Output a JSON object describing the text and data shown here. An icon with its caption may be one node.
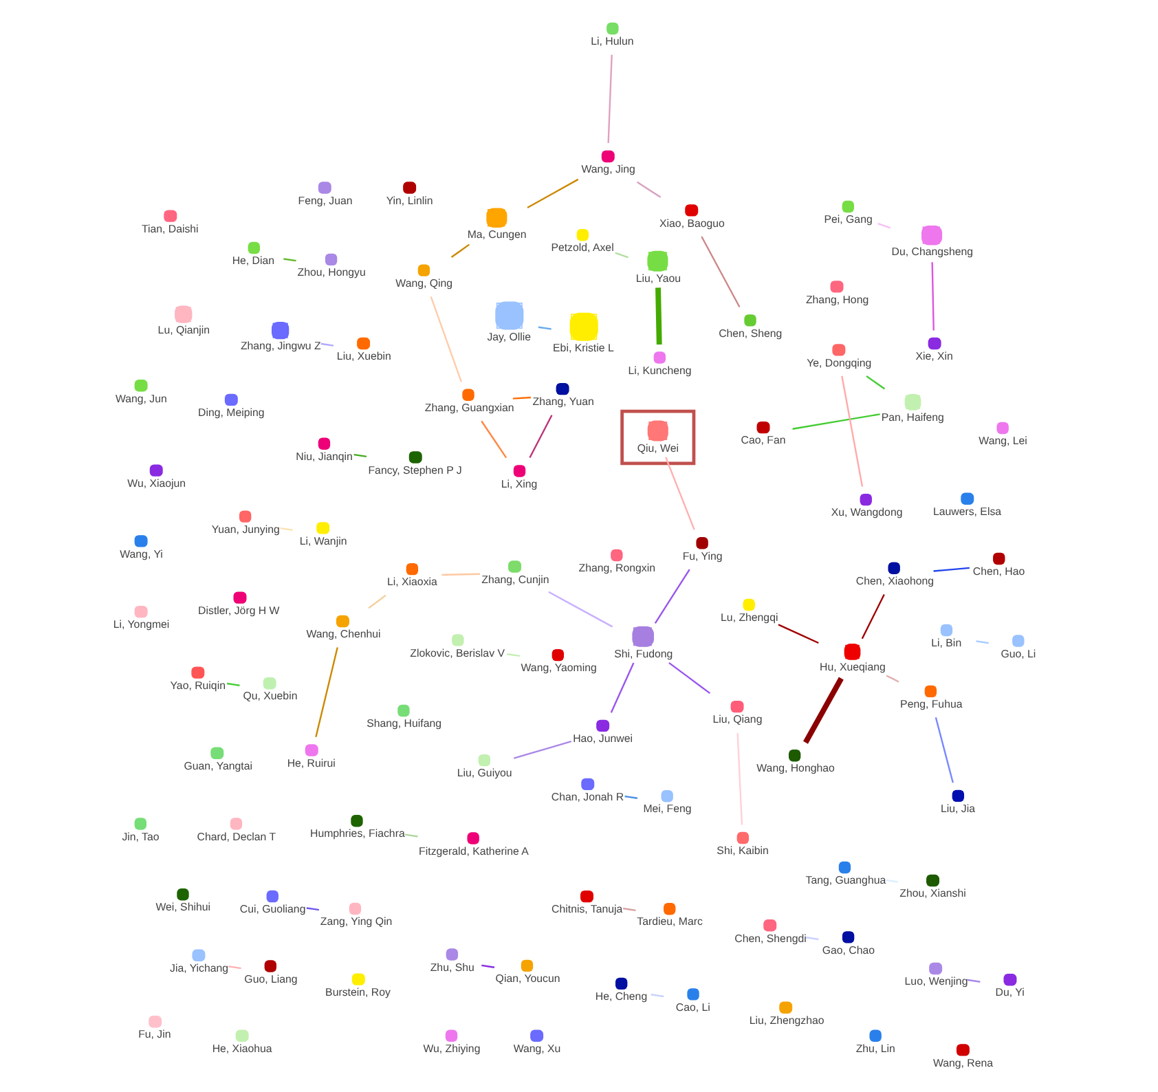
{
  "diagram": {
    "nodes": [
      {
        "text": [
          "Shi, Kaibin"
        ]
      },
      {
        "text": [
          "Liu, Qiang"
        ]
      },
      {
        "text": [
          "Yao, Ruiqin"
        ]
      },
      {
        "text": [
          "Li, Xiaoxia"
        ]
      },
      {
        "text": [
          "Zhang, Cunjin"
        ]
      },
      {
        "text": [
          "Chitnis, Tanuja"
        ]
      },
      {
        "text": [
          "Zhang, Jingwu Z"
        ]
      },
      {
        "text": [
          "Shi, Fudong"
        ]
      },
      {
        "text": [
          "Qu, Xuebin"
        ]
      },
      {
        "text": [
          "Lu, Qianjin"
        ]
      },
      {
        "text": [
          "Li, Hulun"
        ]
      },
      {
        "text": [
          "Wang, Chenhui"
        ]
      },
      {
        "text": [
          "Liu, Xuebin"
        ]
      },
      {
        "text": [
          "Liu, Jia"
        ]
      },
      {
        "text": [
          "Tardieu, Marc"
        ]
      },
      {
        "text": [
          "Hao, Junwei"
        ]
      },
      {
        "text": [
          "Xiao, Baoguo"
        ]
      },
      {
        "text": [
          "Liu, Guiyou"
        ]
      },
      {
        "text": [
          "He, Ruirui"
        ]
      },
      {
        "text": [
          "Chen, Sheng"
        ]
      },
      {
        "text": [
          "Fu, Ying"
        ]
      },
      {
        "text": [
          "Wei, Shihui"
        ]
      },
      {
        "text": [
          "Wang, Jing"
        ]
      },
      {
        "text": [
          "Shang, Huifang"
        ]
      },
      {
        "text": [
          "Peng, Fuhua"
        ]
      },
      {
        "text": [
          "Chen, Shengdi"
        ]
      },
      {
        "text": [
          "Tian, Daishi"
        ]
      },
      {
        "text": [
          "Wu, Xiaojun"
        ]
      },
      {
        "text": [
          "Distler, Jörg H W"
        ]
      },
      {
        "text": [
          "Fu, Jin"
        ]
      },
      {
        "text": [
          "Zhu, Lin"
        ]
      },
      {
        "text": [],
        "shape": "box"
      },
      {
        "text": [
          "Qiu, Wei"
        ],
        "in": 31
      },
      {
        "text": [
          "Yin, Linlin"
        ]
      },
      {
        "text": [
          "Yuan, Junying"
        ]
      },
      {
        "text": [
          "He, Dian"
        ]
      },
      {
        "text": [
          "Feng, Juan"
        ]
      },
      {
        "text": [
          "Ma, Cungen"
        ]
      },
      {
        "text": [
          "Wang, Honghao"
        ]
      },
      {
        "text": [
          "Hu, Xueqiang"
        ]
      },
      {
        "text": [
          "Chen, Xiaohong"
        ]
      },
      {
        "text": [
          "Gao, Chao"
        ]
      },
      {
        "text": [
          "Chen, Hao"
        ]
      },
      {
        "text": [
          "Niu, Jianqin"
        ]
      },
      {
        "text": [
          "Pei, Gang"
        ]
      },
      {
        "text": [
          "Fancy, Stephen P J"
        ]
      },
      {
        "text": [
          "Zhang, Hong"
        ]
      },
      {
        "text": [
          "Cui, Guoliang"
        ]
      },
      {
        "text": [
          "Li, Wanjin"
        ]
      },
      {
        "text": [
          "Zhou, Hongyu"
        ]
      },
      {
        "text": [
          "Wang, Qing"
        ]
      },
      {
        "text": [
          "Petzold, Axel"
        ]
      },
      {
        "text": [
          "Lu, Zhengqi"
        ]
      },
      {
        "text": [
          "Zhu, Shu"
        ]
      },
      {
        "text": [
          "Ding, Meiping"
        ]
      },
      {
        "text": [
          "Chan, Jonah R"
        ]
      },
      {
        "text": [
          "Tang, Guanghua"
        ]
      },
      {
        "text": [
          "Jia, Yichang"
        ]
      },
      {
        "text": [
          "He, Cheng"
        ]
      },
      {
        "text": [
          "Liu, Yaou"
        ]
      },
      {
        "text": [
          "Qian, Youcun"
        ]
      },
      {
        "text": [
          "Zang, Ying Qin"
        ]
      },
      {
        "text": [
          "Jay, Ollie"
        ]
      },
      {
        "text": [
          "Du, Changsheng"
        ]
      },
      {
        "text": [
          "Zhang, Guangxian"
        ]
      },
      {
        "text": [
          "Li, Kuncheng"
        ]
      },
      {
        "text": [
          "Guan, Yangtai"
        ]
      },
      {
        "text": [
          "Mei, Feng"
        ]
      },
      {
        "text": [
          "Luo, Wenjing"
        ]
      },
      {
        "text": [
          "Xie, Xin"
        ]
      },
      {
        "text": [
          "Du, Yi"
        ]
      },
      {
        "text": [
          "Zhou, Xianshi"
        ]
      },
      {
        "text": [
          "Cao, Li"
        ]
      },
      {
        "text": [
          "Wang, Jun"
        ]
      },
      {
        "text": [
          "Guo, Liang"
        ]
      },
      {
        "text": [
          "Li, Xing"
        ]
      },
      {
        "text": [
          "Cao, Fan"
        ]
      },
      {
        "text": [
          "Li, Bin"
        ]
      },
      {
        "text": [
          "Wang, Yi"
        ]
      },
      {
        "text": [
          "Chard, Declan T"
        ]
      },
      {
        "text": [
          "Zhang, Yuan"
        ]
      },
      {
        "text": [
          "Ebi, Kristie L"
        ]
      },
      {
        "text": [
          "Guo, Li"
        ]
      },
      {
        "text": [
          "Pan, Haifeng"
        ]
      },
      {
        "text": [
          "Li, Yongmei"
        ]
      },
      {
        "text": [
          "Burstein, Roy"
        ]
      },
      {
        "text": [
          "Xu, Wangdong"
        ]
      },
      {
        "text": [
          "Jin, Tao"
        ]
      },
      {
        "text": [
          "Ye, Dongqing"
        ]
      },
      {
        "text": [
          "He, Xiaohua"
        ]
      },
      {
        "text": [
          "Wu, Zhiying"
        ]
      },
      {
        "text": [
          "Wang, Xu"
        ]
      },
      {
        "text": [
          "Liu, Zhengzhao"
        ]
      },
      {
        "text": [
          "Wang, Rena"
        ]
      },
      {
        "text": [
          "Lauwers, Elsa"
        ]
      },
      {
        "text": [
          "Zhang, Rongxin"
        ]
      },
      {
        "text": [
          "Wang, Lei"
        ]
      },
      {
        "text": [
          "Zlokovic, Berislav V"
        ]
      },
      {
        "text": [
          "Humphries, Fiachra"
        ]
      },
      {
        "text": [
          "Fitzgerald, Katherine A"
        ]
      },
      {
        "text": [
          "Wang, Yaoming"
        ]
      }
    ],
    "edges": [
      {
        "from": 0,
        "to": 1,
        "arrow": "none",
        "color": "#ffd0d8"
      },
      {
        "from": 1,
        "to": 7,
        "arrow": "none",
        "color": "#9955ee"
      },
      {
        "from": 7,
        "to": 20,
        "arrow": "none",
        "color": "#9955ee"
      },
      {
        "from": 7,
        "to": 15,
        "arrow": "none",
        "color": "#9955ee"
      },
      {
        "from": 15,
        "to": 17,
        "arrow": "none",
        "color": "#aa88e6"
      },
      {
        "from": 7,
        "to": 4,
        "arrow": "none",
        "color": "#c8b0ff"
      },
      {
        "from": 6,
        "to": 12,
        "arrow": "none",
        "color": "#b0a8ff"
      },
      {
        "from": 4,
        "to": 3,
        "arrow": "none",
        "color": "#ffc8a0"
      },
      {
        "from": 3,
        "to": 11,
        "arrow": "none",
        "color": "#f5d0a0"
      },
      {
        "from": 11,
        "to": 18,
        "arrow": "none",
        "color": "#cc8800"
      },
      {
        "from": 5,
        "to": 14,
        "arrow": "none",
        "color": "#d8a0a0"
      },
      {
        "from": 2,
        "to": 8,
        "arrow": "none",
        "color": "#44cc33"
      },
      {
        "from": 20,
        "to": 32,
        "arrow": "none",
        "color": "#ffb0b0"
      },
      {
        "from": 10,
        "to": 22,
        "arrow": "none",
        "color": "#e0a0c0"
      },
      {
        "from": 22,
        "to": 16,
        "arrow": "none",
        "color": "#d8a0c0"
      },
      {
        "from": 16,
        "to": 19,
        "arrow": "none",
        "color": "#cc8888"
      },
      {
        "from": 13,
        "to": 24,
        "arrow": "none",
        "color": "#7788ff"
      },
      {
        "from": 24,
        "to": 39,
        "arrow": "none",
        "color": "#e0b0b0"
      },
      {
        "from": 22,
        "to": 37,
        "arrow": "none",
        "color": "#cc8800"
      },
      {
        "from": 37,
        "to": 50,
        "arrow": "none",
        "color": "#cc8800"
      },
      {
        "from": 50,
        "to": 64,
        "arrow": "none",
        "color": "#ffccaa"
      },
      {
        "from": 43,
        "to": 45,
        "arrow": "none",
        "color": "#44aa22"
      },
      {
        "from": 25,
        "to": 41,
        "arrow": "none",
        "color": "#c8d0ff"
      },
      {
        "from": 34,
        "to": 48,
        "arrow": "none",
        "color": "#ffe0b0"
      },
      {
        "from": 42,
        "to": 40,
        "arrow": "none",
        "color": "#2244ee"
      },
      {
        "from": 40,
        "to": 39,
        "arrow": "none",
        "color": "#a00000"
      },
      {
        "from": 39,
        "to": 38,
        "arrow": "none",
        "style": "thick",
        "color": "#8b0000"
      },
      {
        "from": 35,
        "to": 49,
        "arrow": "none",
        "color": "#66bb33"
      },
      {
        "from": 39,
        "to": 52,
        "arrow": "none",
        "color": "#a00000"
      },
      {
        "from": 51,
        "to": 59,
        "arrow": "none",
        "color": "#b0e0a0"
      },
      {
        "from": 59,
        "to": 65,
        "arrow": "none",
        "style": "thick",
        "color": "#44aa00"
      },
      {
        "from": 55,
        "to": 67,
        "arrow": "none",
        "color": "#4a90e2"
      },
      {
        "from": 60,
        "to": 53,
        "arrow": "none",
        "color": "#8a2be2"
      },
      {
        "from": 47,
        "to": 61,
        "arrow": "none",
        "color": "#6b55ee"
      },
      {
        "from": 44,
        "to": 63,
        "arrow": "none",
        "color": "#f5c0f5"
      },
      {
        "from": 63,
        "to": 69,
        "arrow": "none",
        "color": "#dd55dd"
      },
      {
        "from": 64,
        "to": 75,
        "arrow": "none",
        "color": "#ff8844"
      },
      {
        "from": 64,
        "to": 80,
        "arrow": "none",
        "color": "#ff6a00"
      },
      {
        "from": 75,
        "to": 80,
        "arrow": "none",
        "color": "#bb3377"
      },
      {
        "from": 62,
        "to": 81,
        "arrow": "none",
        "color": "#66aaee"
      },
      {
        "from": 58,
        "to": 72,
        "arrow": "none",
        "color": "#c8d0ff"
      },
      {
        "from": 70,
        "to": 68,
        "arrow": "none",
        "color": "#aa88e6"
      },
      {
        "from": 57,
        "to": 74,
        "arrow": "none",
        "color": "#ffb0b0"
      },
      {
        "from": 56,
        "to": 71,
        "arrow": "none",
        "color": "#ddeeff"
      },
      {
        "from": 77,
        "to": 82,
        "arrow": "none",
        "color": "#aaccff"
      },
      {
        "from": 86,
        "to": 88,
        "arrow": "none",
        "color": "#ffaaaa"
      },
      {
        "from": 88,
        "to": 83,
        "arrow": "none",
        "color": "#44cc33"
      },
      {
        "from": 83,
        "to": 76,
        "arrow": "none",
        "color": "#44cc33"
      },
      {
        "from": 98,
        "to": 99,
        "arrow": "none",
        "color": "#b0d8a0"
      },
      {
        "from": 100,
        "to": 97,
        "arrow": "none",
        "color": "#c2f0b0"
      }
    ]
  }
}
